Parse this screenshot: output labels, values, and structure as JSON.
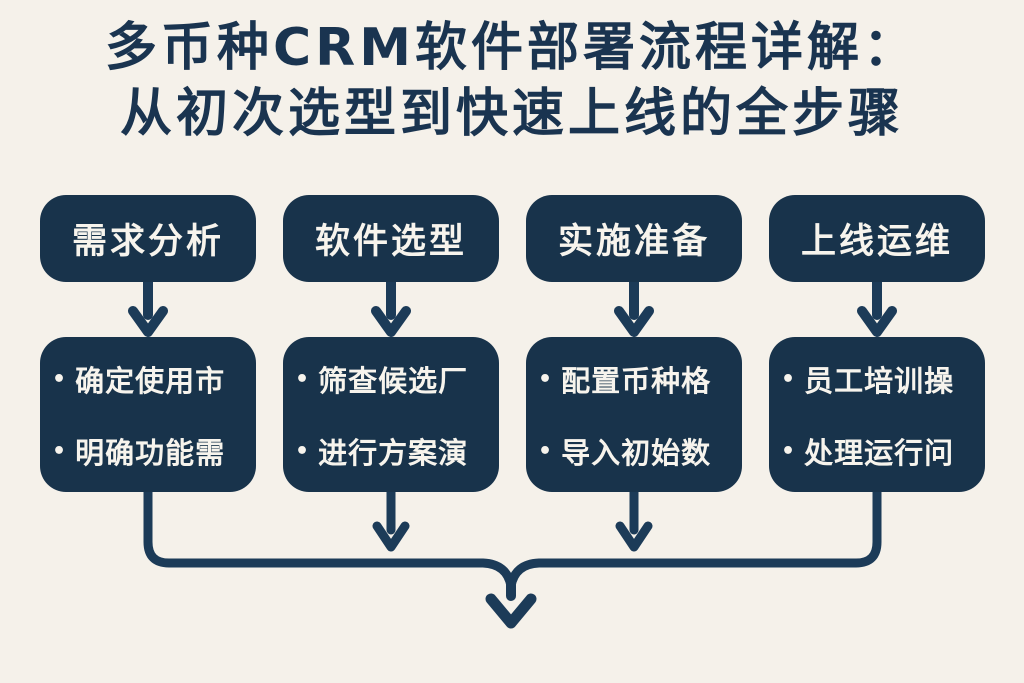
{
  "title": {
    "line1": "多币种CRM软件部署流程详解：",
    "line2": "从初次选型到快速上线的全步骤"
  },
  "bullet": "•",
  "columns": [
    {
      "header": "需求分析",
      "items": [
        "确定使用市",
        "明确功能需"
      ]
    },
    {
      "header": "软件选型",
      "items": [
        "筛查候选厂",
        "进行方案演"
      ]
    },
    {
      "header": "实施准备",
      "items": [
        "配置币种格",
        "导入初始数"
      ]
    },
    {
      "header": "上线运维",
      "items": [
        "员工培训操",
        "处理运行问"
      ]
    }
  ],
  "colors": {
    "background": "#f5f1ea",
    "box_fill": "#18334b",
    "title_text": "#1a3450",
    "box_text": "#f7f4ed",
    "connector": "#1c3b58"
  }
}
